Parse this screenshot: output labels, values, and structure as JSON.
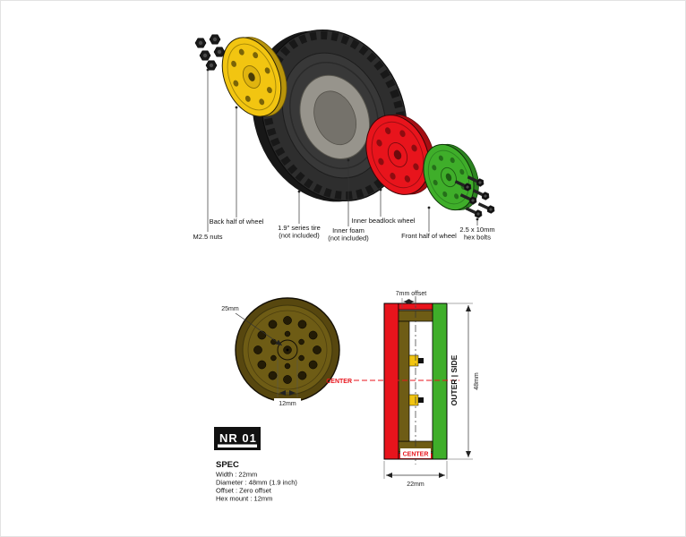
{
  "exploded": {
    "labels": {
      "m25_nuts": "M2.5 nuts",
      "back_half": "Back half of wheel",
      "tire_line1": "1.9\" series tire",
      "tire_line2": "(not included)",
      "foam_line1": "Inner foam",
      "foam_line2": "(not included)",
      "inner_beadlock": "Inner beadlock wheel",
      "front_half": "Front half of wheel",
      "bolts_line1": "2.5 x 10mm",
      "bolts_line2": "hex bolts"
    }
  },
  "front_view": {
    "dim_25mm": "25mm",
    "dim_12mm": "12mm"
  },
  "section_view": {
    "offset_label": "7mm offset",
    "center_left": "CENTER",
    "center_bottom": "CENTER",
    "outer_side": "OUTER | SIDE",
    "dim_48mm": "48mm",
    "dim_22mm": "22mm"
  },
  "logo": {
    "name": "NR 01"
  },
  "spec": {
    "title": "SPEC",
    "lines": [
      "Width : 22mm",
      "Diameter : 48mm (1.9 inch)",
      "Offset : Zero offset",
      "Hex mount : 12mm"
    ]
  },
  "colors": {
    "back_half_wheel": "#F2C511",
    "inner_beadlock_wheel": "#E8141C",
    "front_half_wheel": "#3FAE2A",
    "tire": "#2E2E2E",
    "foam": "#97948C",
    "wheel_face": "#6E5C15",
    "center_line": "#E8141C"
  }
}
